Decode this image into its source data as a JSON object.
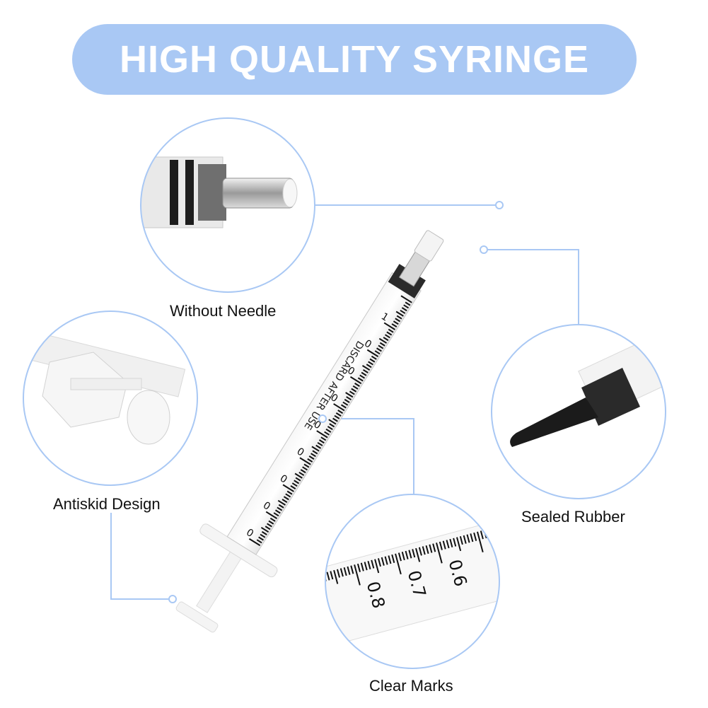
{
  "header": {
    "title": "HIGH QUALITY SYRINGE"
  },
  "features": {
    "without_needle": "Without Needle",
    "antiskid": "Antiskid Design",
    "sealed_rubber": "Sealed Rubber",
    "clear_marks": "Clear Marks"
  },
  "barrel_text": "DISCARD AFTER USE",
  "barrel_digits": [
    "0",
    "0",
    "0",
    "0",
    "0",
    "0",
    "0",
    "0",
    "1"
  ],
  "zoom_scale": [
    "0.6",
    "0.7",
    "0.8"
  ],
  "colors": {
    "accent": "#a9c8f4",
    "connector": "#a9c8f4"
  },
  "icons": [
    "needle-tip-zoom",
    "plunger-zoom",
    "rubber-stopper-zoom",
    "scale-zoom"
  ]
}
